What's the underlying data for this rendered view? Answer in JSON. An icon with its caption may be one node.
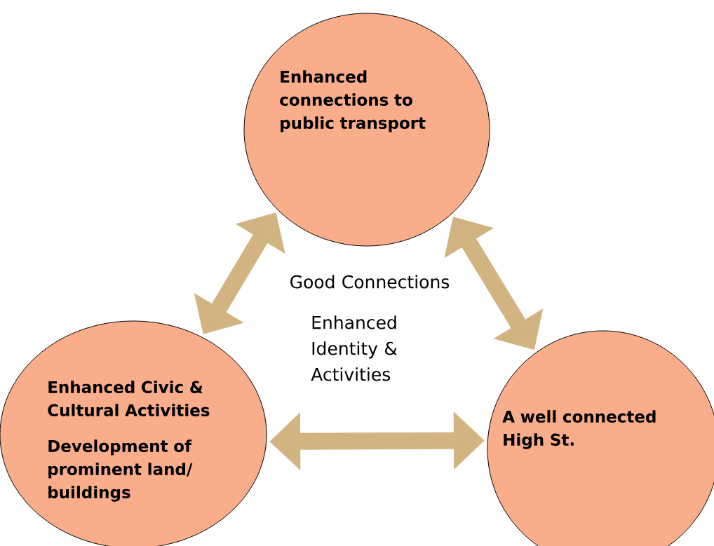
{
  "diagram": {
    "nodes": [
      {
        "text": [
          "Enhanced connections to public transport"
        ]
      },
      {
        "text": [
          "Enhanced Civic & Cultural Activities",
          "Development of prominent land/ buildings"
        ]
      },
      {
        "text": [
          "A well connected High St."
        ]
      }
    ],
    "edges": [
      {
        "from": 1,
        "to": 0,
        "arrow": "both"
      },
      {
        "from": 0,
        "to": 2,
        "arrow": "both"
      },
      {
        "from": 1,
        "to": 2,
        "arrow": "both"
      }
    ],
    "labels": [
      "Good Connections",
      "Enhanced Identity & Activities"
    ]
  }
}
